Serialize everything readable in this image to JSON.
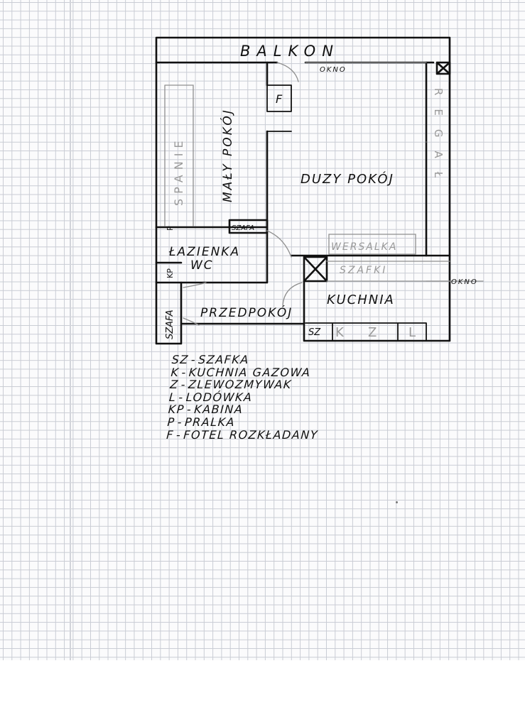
{
  "title": "BALKON",
  "rooms": {
    "maly_pokoj": "MAŁY POKÓJ",
    "duzy_pokoj": "DUZY POKÓJ",
    "lazienka": "ŁAZIENKA",
    "wc": "WC",
    "przedpokoj": "PRZEDPOKÓJ",
    "kuchnia": "KUCHNIA"
  },
  "fixtures": {
    "okno_top": "OKNO",
    "okno_right": "OKNO",
    "regal": "REGAŁ",
    "spanie": "SPANIE",
    "wersalka": "WERSALKA",
    "szafki": "SZAFKI",
    "szafa_maly": "SZAFA",
    "szafa_hall": "SZAFA",
    "fotel": "F",
    "pralka": "P",
    "kabina": "KP",
    "kitchen_units": [
      "SZ",
      "K",
      "Z",
      "L"
    ]
  },
  "legend": [
    {
      "code": "SZ",
      "text": "SZAFKA"
    },
    {
      "code": "K",
      "text": "KUCHNIA GAZOWA"
    },
    {
      "code": "Z",
      "text": "ZLEWOZMYWAK"
    },
    {
      "code": "L",
      "text": "LODÓWKA"
    },
    {
      "code": "KP",
      "text": "KABINA"
    },
    {
      "code": "P",
      "text": "PRALKA"
    },
    {
      "code": "F",
      "text": "FOTEL ROZKŁADANY"
    }
  ],
  "colors": {
    "ink": "#111111",
    "pencil": "#9a9a9a",
    "grid": "#c9ccd4"
  }
}
